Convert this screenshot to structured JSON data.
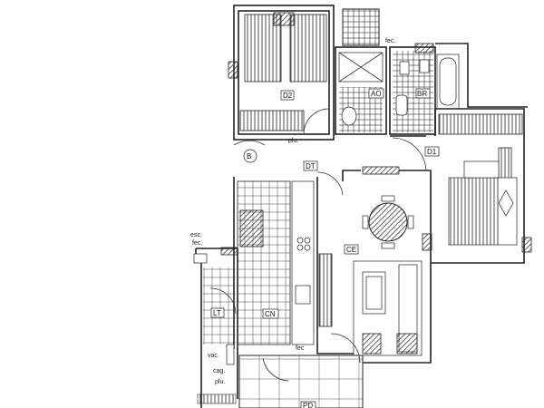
{
  "plan": {
    "rooms": {
      "bedroom2": "D2",
      "bathroom1": "AO",
      "bathroom2": "BR",
      "bedroom1": "D1",
      "hall": "DT",
      "dining_living": "CE",
      "kitchen": "CN",
      "laundry": "LT",
      "entrance": "B",
      "terrace": "PD"
    },
    "annotations": {
      "fec_top": "fec.",
      "plu_top": "plu.",
      "esc": "esc.",
      "fec_left": "fec.",
      "vac": "vac.",
      "cag": "cag.",
      "plu_bottom": "plu.",
      "fec_kitchen": "fec"
    }
  }
}
